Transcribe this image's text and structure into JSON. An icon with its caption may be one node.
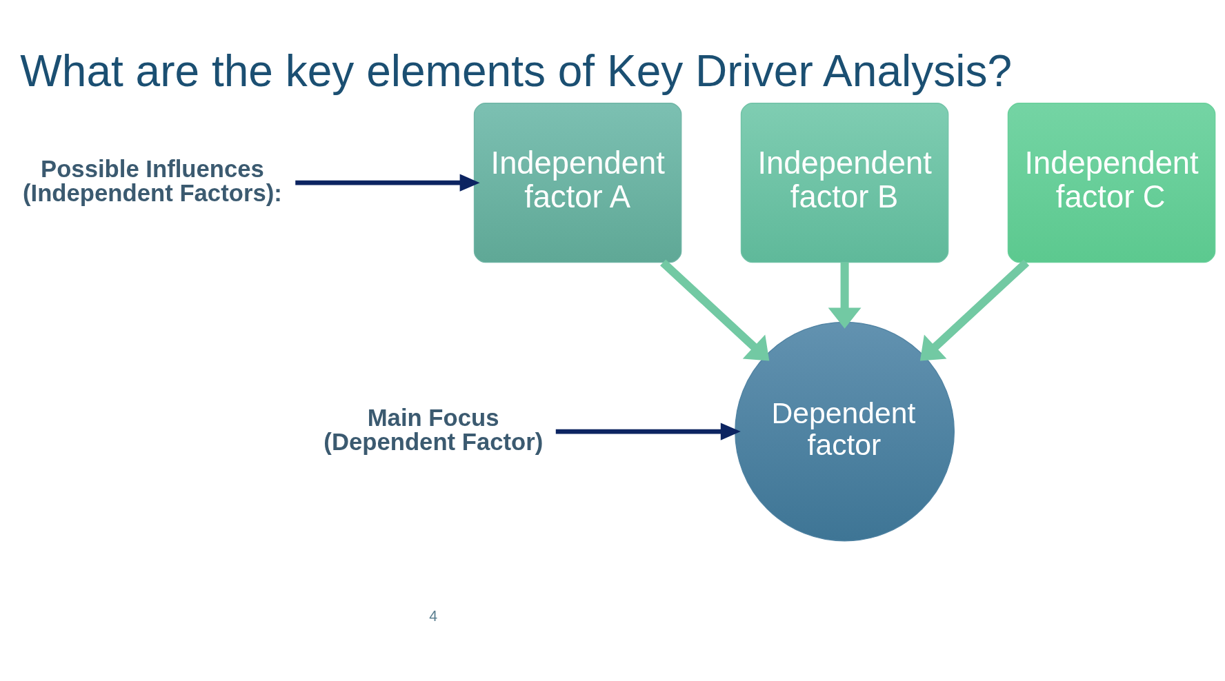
{
  "diagram": {
    "title": "What are the key elements of Key Driver Analysis?",
    "nodes": [
      {
        "text": [
          "Possible Influences (Independent Factors):"
        ]
      },
      {
        "text": [
          "Main Focus (Dependent Factor)"
        ]
      },
      {
        "text": [
          "Independent factor A"
        ]
      },
      {
        "text": [
          "Independent factor B"
        ]
      },
      {
        "text": [
          "Independent factor C"
        ]
      },
      {
        "text": [
          "Dependent factor"
        ]
      }
    ],
    "edges": [
      {
        "from": 0,
        "to": 2,
        "arrow": "to",
        "color": "#0c2461"
      },
      {
        "from": 1,
        "to": 5,
        "arrow": "to",
        "color": "#0c2461"
      },
      {
        "from": 2,
        "to": 5,
        "arrow": "to"
      },
      {
        "from": 3,
        "to": 5,
        "arrow": "to"
      },
      {
        "from": 4,
        "to": 5,
        "arrow": "to"
      }
    ],
    "labels": [
      "4"
    ]
  }
}
